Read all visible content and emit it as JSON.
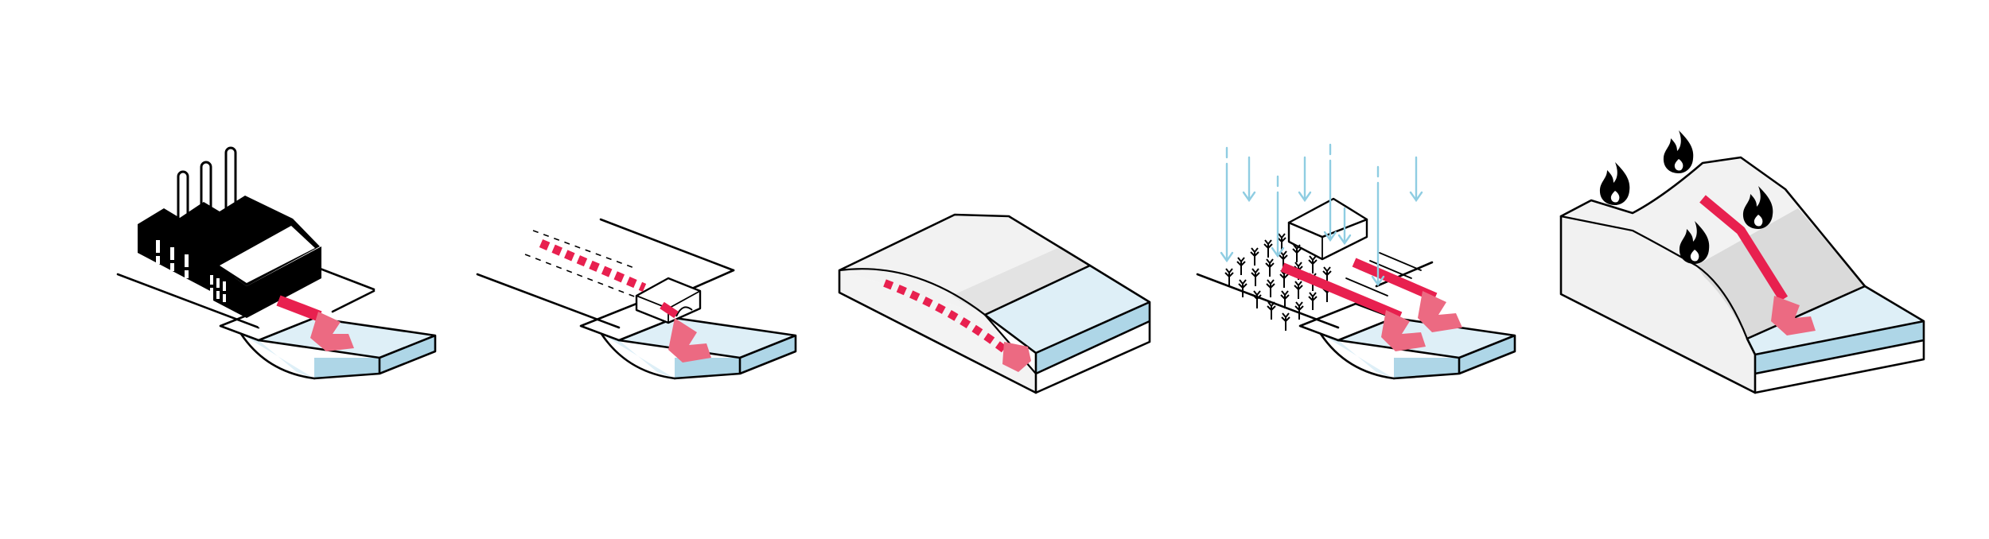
{
  "colors": {
    "ink": "#000000",
    "flow": "#e8204f",
    "flow_soft": "#ec6a82",
    "water_top": "#deeff7",
    "water_side": "#aed6e7",
    "land": "#ffffff",
    "hill_light": "#f2f2f2",
    "hill_mid": "#e6e6e6",
    "hill_dark": "#d9d9d9",
    "rain": "#8fcde2"
  },
  "panels": [
    {
      "name": "factory-discharge",
      "icon": "factory-icon"
    },
    {
      "name": "pipe-outfall",
      "icon": "pipe-outlet-icon"
    },
    {
      "name": "groundwater-seepage",
      "icon": "subsurface-flow-icon"
    },
    {
      "name": "agricultural-runoff",
      "icon": "crops-rain-icon"
    },
    {
      "name": "wildfire-runoff",
      "icon": "fire-icon"
    }
  ]
}
